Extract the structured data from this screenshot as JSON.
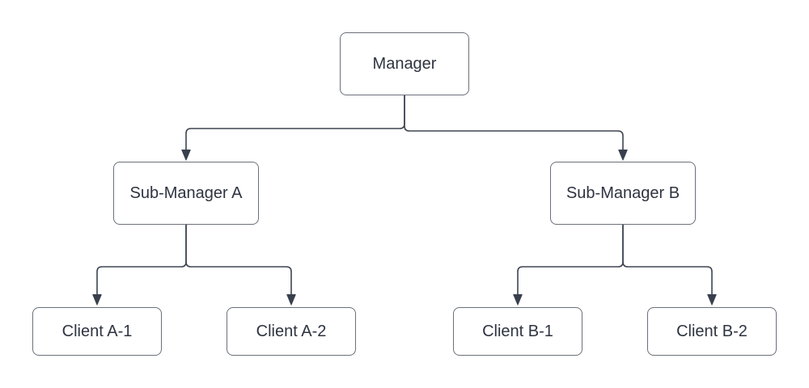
{
  "diagram": {
    "type": "org-chart",
    "nodes": {
      "manager": {
        "label": "Manager"
      },
      "sub_manager_a": {
        "label": "Sub-Manager A"
      },
      "sub_manager_b": {
        "label": "Sub-Manager B"
      },
      "client_a1": {
        "label": "Client A-1"
      },
      "client_a2": {
        "label": "Client A-2"
      },
      "client_b1": {
        "label": "Client B-1"
      },
      "client_b2": {
        "label": "Client B-2"
      }
    },
    "edges": [
      {
        "from": "Manager",
        "to": "Sub-Manager A",
        "arrow": "down"
      },
      {
        "from": "Manager",
        "to": "Sub-Manager B",
        "arrow": "down"
      },
      {
        "from": "Sub-Manager A",
        "to": "Client A-1",
        "arrow": "down"
      },
      {
        "from": "Sub-Manager A",
        "to": "Client A-2",
        "arrow": "down"
      },
      {
        "from": "Sub-Manager B",
        "to": "Client B-1",
        "arrow": "down"
      },
      {
        "from": "Sub-Manager B",
        "to": "Client B-2",
        "arrow": "down"
      }
    ],
    "colors": {
      "background": "#ffffff",
      "node_fill": "#ffffff",
      "node_border": "#6b7079",
      "edge_line": "#3e4551",
      "arrowhead": "#39404d",
      "text": "#2e3440"
    }
  }
}
